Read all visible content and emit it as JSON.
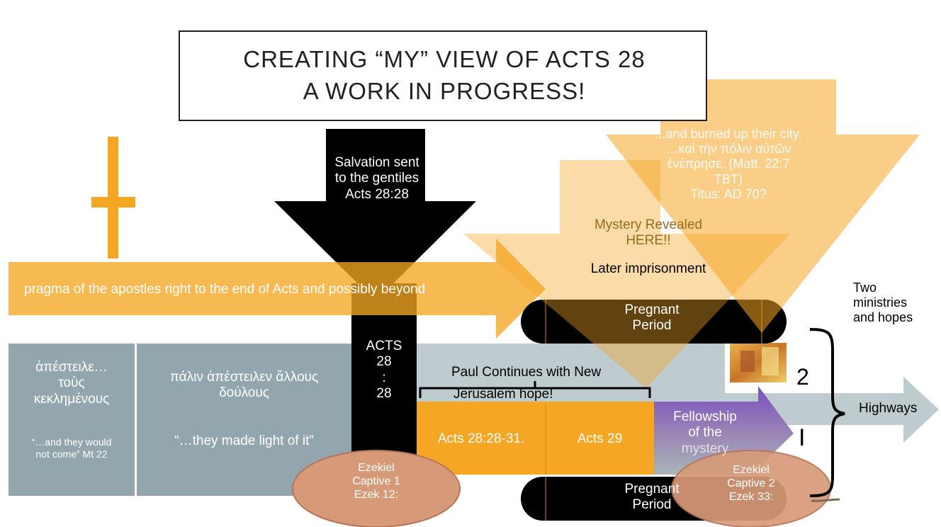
{
  "title": {
    "line1": "CREATING “MY” VIEW OF ACTS 28",
    "line2": "A WORK IN PROGRESS!"
  },
  "salvation_arrow": {
    "line1": "Salvation sent",
    "line2": "to the gentiles",
    "line3": "Acts 28:28"
  },
  "pragma_arrow": {
    "label": "pragma of the apostles right to the end of Acts and possibly beyond"
  },
  "burned_arrow": {
    "line1": "...and burned up their city.",
    "line2": "…καὶ τὴν πόλιν αὐτῶν",
    "line3": "ἐνέπρησε. (Matt. 22:7",
    "line4": "TBT)",
    "line5": "Titus: AD 70?"
  },
  "mystery": {
    "line1": "Mystery Revealed",
    "line2": "HERE!!",
    "line3": "Later imprisonment"
  },
  "pregnant_top": {
    "line1": "Pregnant",
    "line2": "Period"
  },
  "pregnant_bottom": {
    "line1": "Pregnant",
    "line2": "Period"
  },
  "two_ministries": {
    "line1": "Two",
    "line2": "ministries",
    "line3": "and hopes"
  },
  "box1": {
    "greek1": "ἀπέστειλε…",
    "greek2": "τοὺς",
    "greek3": "κεκλημένους",
    "quote1": "“…and they would",
    "quote2": "not come” Mt 22"
  },
  "box2": {
    "greek1": "πάλιν ἀπέστειλεν ἄλλους",
    "greek2": "δούλους",
    "quote": "“…they made light of it”"
  },
  "acts_column": {
    "line1": "ACTS",
    "line2": "28",
    "line3": ":",
    "line4": "28"
  },
  "paul_continues": {
    "line1": "Paul Continues with New",
    "line2": "Jerusalem hope!"
  },
  "acts_range": "Acts 28:28-31.",
  "acts29": "Acts 29",
  "fellowship": {
    "line1": "Fellowship",
    "line2": "of the",
    "line3": "mystery"
  },
  "number_two": "2",
  "number_one": "I",
  "highways": "Highways",
  "ezekiel1": {
    "line1": "Ezekiel",
    "line2": "Captive 1",
    "line3": "Ezek 12:"
  },
  "ezekiel2": {
    "line1": "Ezekiel",
    "line2": "Captive 2",
    "line3": "Ezek 33:"
  },
  "colors": {
    "orange": "#F5A623",
    "light_orange": "#F8C36A",
    "slate": "#94A6AD",
    "light_slate": "#BECBCF",
    "black": "#000000",
    "salmon": "#D79A79",
    "purple": "#8E6BC2"
  }
}
